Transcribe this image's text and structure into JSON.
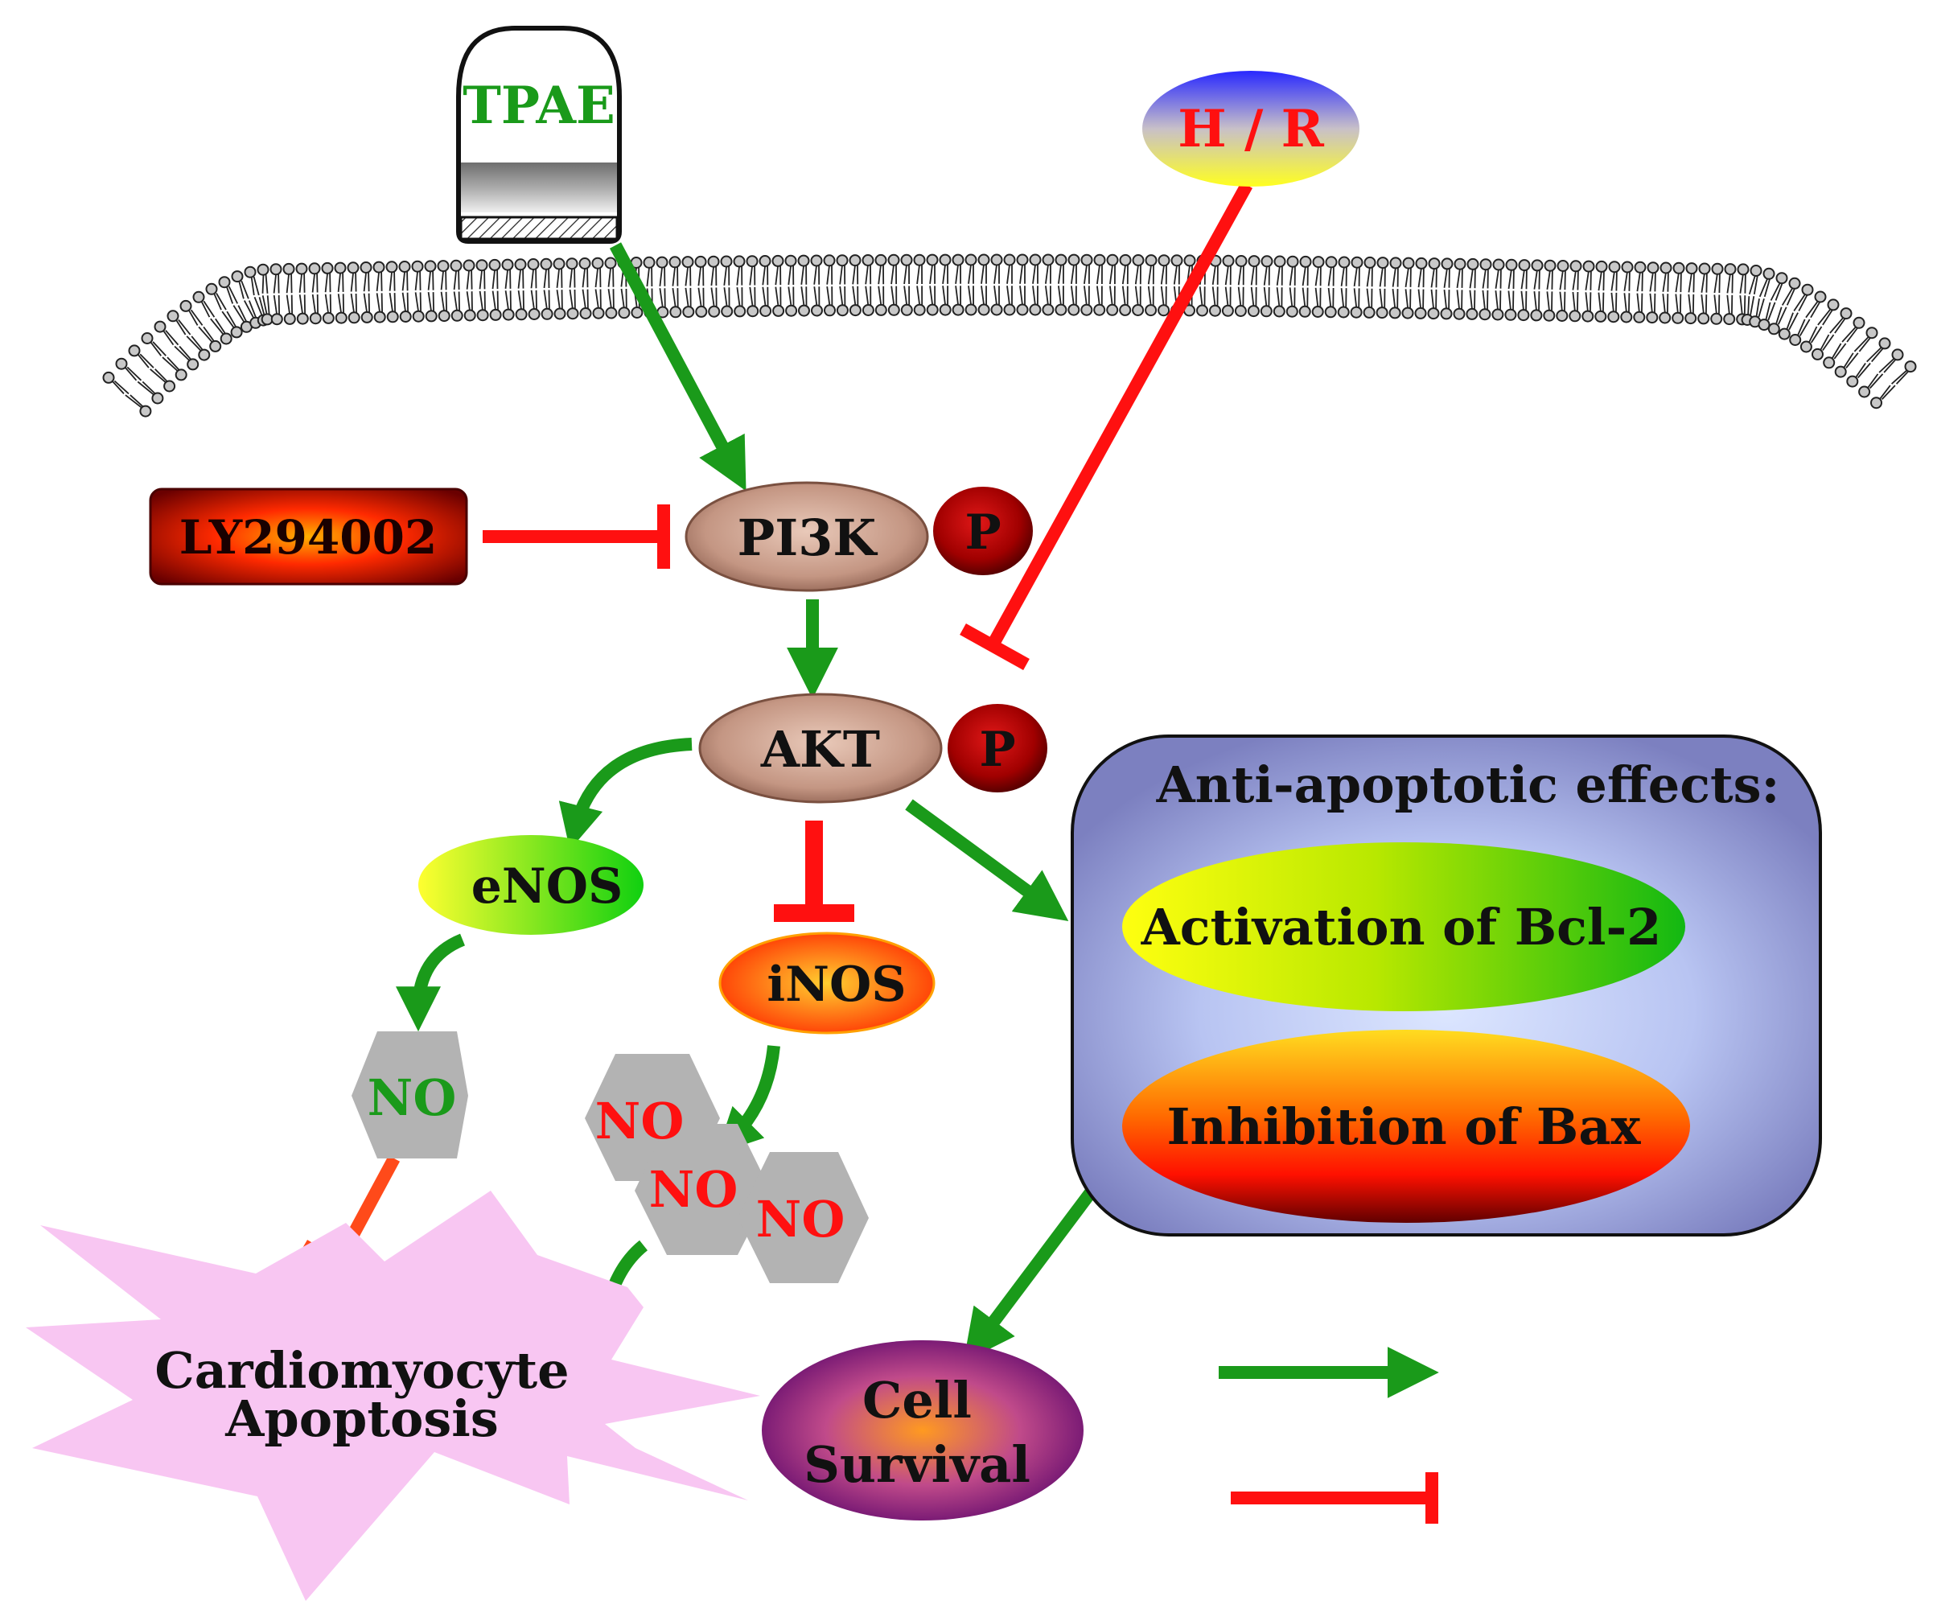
{
  "nodes": {
    "tpae": "TPAE",
    "hr": "H / R",
    "ly": "LY294002",
    "pi3k": "PI3K",
    "akt": "AKT",
    "p_pi3k": "P",
    "p_akt": "P",
    "enos": "eNOS",
    "inos": "iNOS",
    "no_green": "NO",
    "no_red_1": "NO",
    "no_red_2": "NO",
    "no_red_3": "NO",
    "apoptosis_line1": "Cardiomyocyte",
    "apoptosis_line2": "Apoptosis",
    "survival_line1": "Cell",
    "survival_line2": "Survival"
  },
  "effects_box": {
    "title": "Anti-apoptotic effects:",
    "item_1": "Activation of Bcl-2",
    "item_2": "Inhibition of Bax"
  },
  "colors": {
    "activation": "#1a9a1a",
    "inhibition": "#ff1010",
    "kinase_fill": "#c49683",
    "effects_box": "#8a8fc8",
    "apoptosis_burst": "#f8c6f2",
    "no_hexagon": "#b3b3b3"
  }
}
